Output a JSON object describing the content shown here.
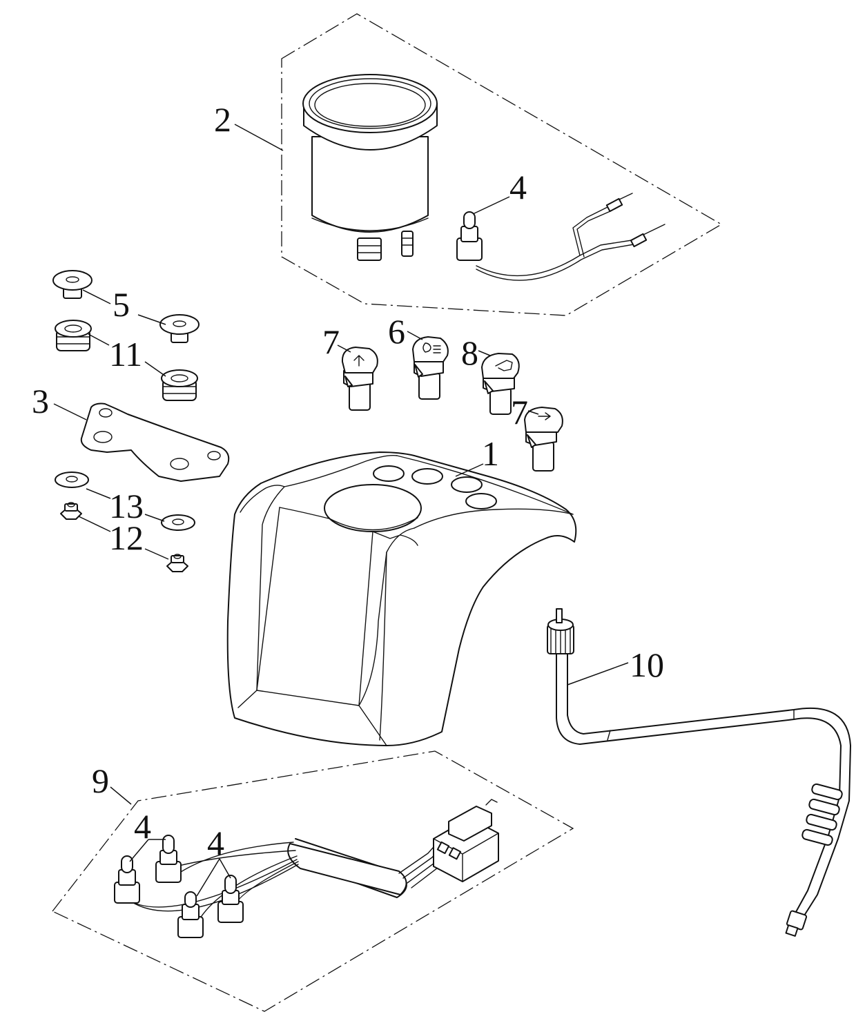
{
  "callouts": {
    "c1": "1",
    "c2": "2",
    "c3": "3",
    "c4_top": "4",
    "c4_left": "4",
    "c4_right": "4",
    "c5": "5",
    "c6": "6",
    "c7_left": "7",
    "c7_right": "7",
    "c8": "8",
    "c9": "9",
    "c10": "10",
    "c11": "11",
    "c12": "12",
    "c13": "13"
  },
  "colors": {
    "line": "#111111",
    "background": "#ffffff"
  }
}
